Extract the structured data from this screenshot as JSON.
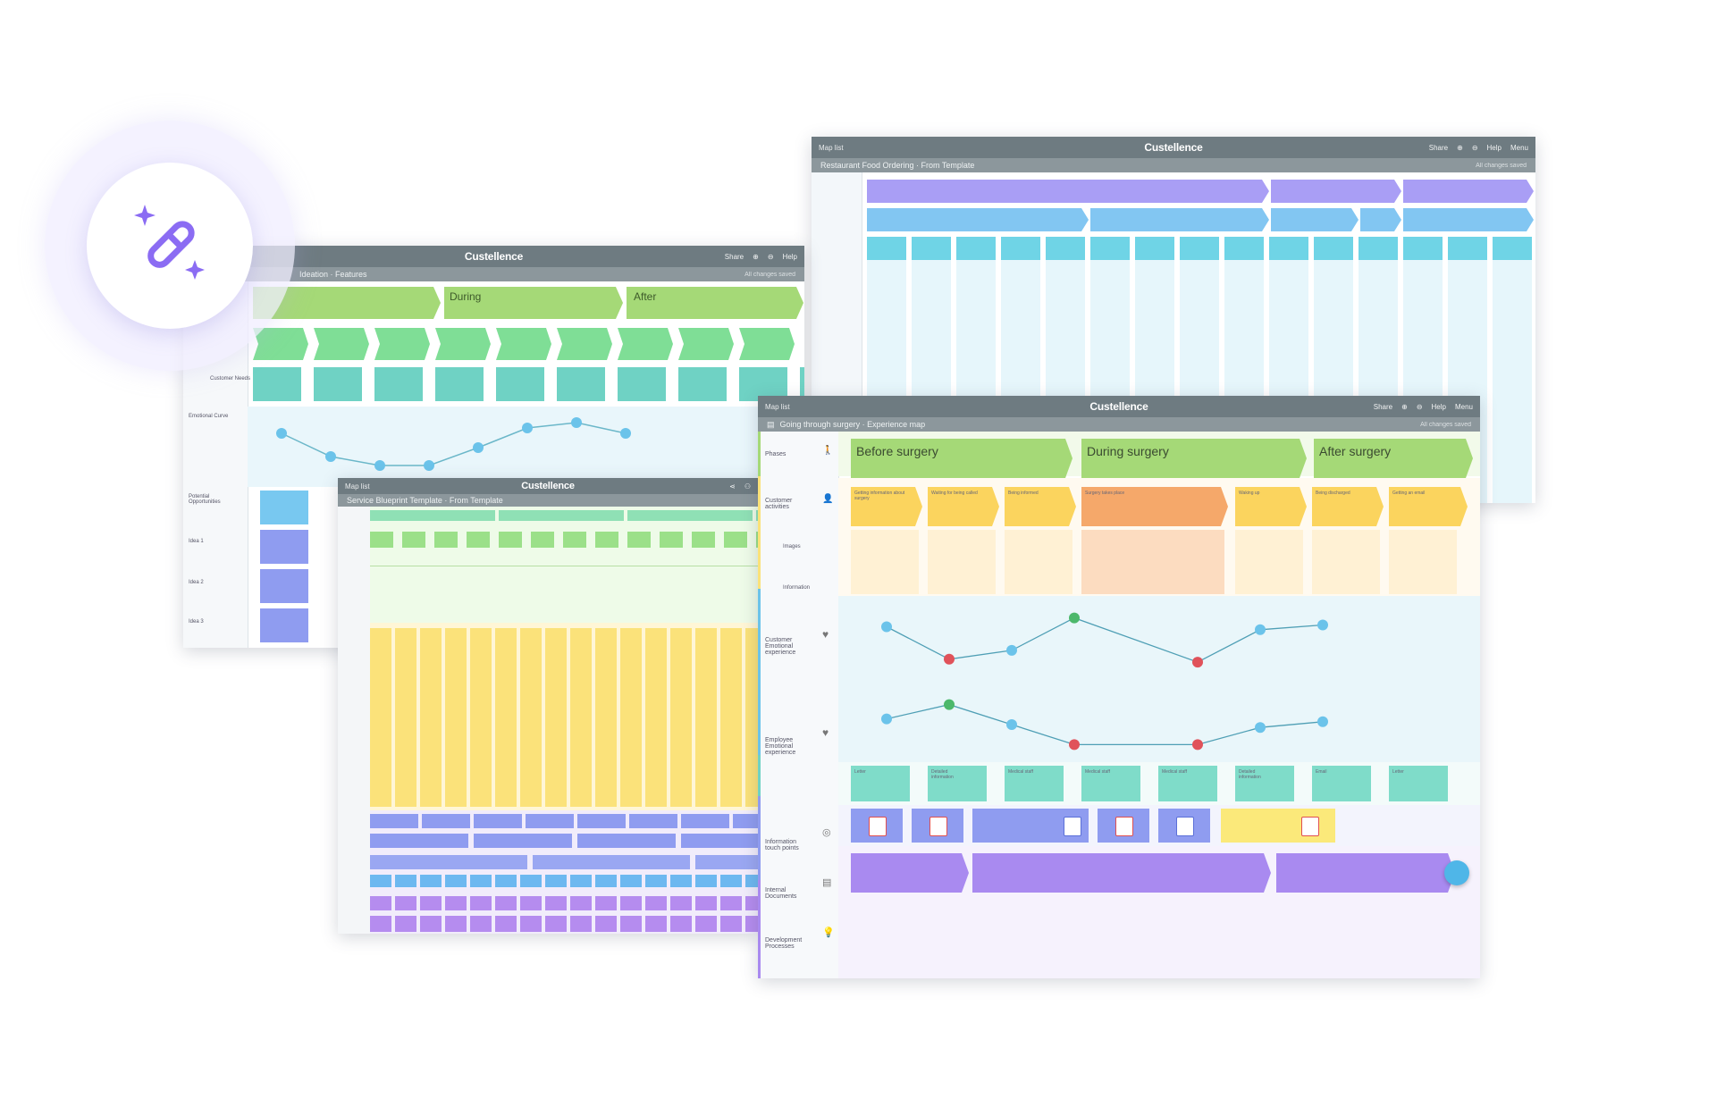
{
  "colors": {
    "accent_purple": "#8b6cf3",
    "titlebar": "#6e7b81",
    "phase_green": "#a5d977",
    "teal": "#6fd2c4",
    "blue_lane": "#78c8f0",
    "yellow": "#fbe27a",
    "orange": "#f5a86a",
    "violet": "#a98af0",
    "point_red": "#e0525a",
    "point_green": "#4cb86b",
    "point_blue": "#6bc3ea"
  },
  "icons": {
    "magic": "magic-wand-icon"
  },
  "window_top_right": {
    "back_label": "Map list",
    "brand": "Custellence",
    "doc_title": "Restaurant Food Ordering · From Template",
    "saved": "All changes saved",
    "share": "Share",
    "help": "Help",
    "menu": "Menu"
  },
  "window_left": {
    "brand": "Custellence",
    "doc_title": "Ideation · Features",
    "saved": "All changes saved",
    "share": "Share",
    "help": "Help",
    "phases": [
      "During",
      "After"
    ],
    "lanes": [
      "Customer Needs",
      "Emotional Curve",
      "Potential Opportunities",
      "Idea 1",
      "Idea 2",
      "Idea 3"
    ]
  },
  "window_blueprint": {
    "back_label": "Map list",
    "brand": "Custellence",
    "doc_title": "Service Blueprint Template · From Template"
  },
  "window_main": {
    "back_label": "Map list",
    "brand": "Custellence",
    "doc_title": "Going through surgery · Experience map",
    "saved": "All changes saved",
    "share": "Share",
    "help": "Help",
    "menu": "Menu",
    "lanes": {
      "phases": "Phases",
      "customer_activities": "Customer activities",
      "images": "Images",
      "information": "Information",
      "customer_emotional": "Customer Emotional experience",
      "employee_emotional": "Employee Emotional experience",
      "info_touch_points": "Information touch points",
      "internal_documents": "Internal Documents",
      "development_processes": "Development Processes"
    },
    "phases": [
      "Before surgery",
      "During surgery",
      "After surgery"
    ],
    "activities": [
      "Getting information about surgery",
      "Waiting for being called",
      "Being informed",
      "Surgery takes place",
      "Waking up",
      "Being discharged",
      "Getting an email"
    ],
    "customer_curve": [
      0.75,
      0.2,
      0.35,
      0.9,
      0.15,
      0.7,
      0.78
    ],
    "employee_curve": [
      0.6,
      0.85,
      0.5,
      0.15,
      0.15,
      0.45,
      0.55
    ],
    "touch_points": [
      "Letter",
      "Detailed information",
      "Medical staff",
      "Medical staff",
      "Medical staff",
      "Detailed information",
      "Email",
      "Letter"
    ]
  }
}
